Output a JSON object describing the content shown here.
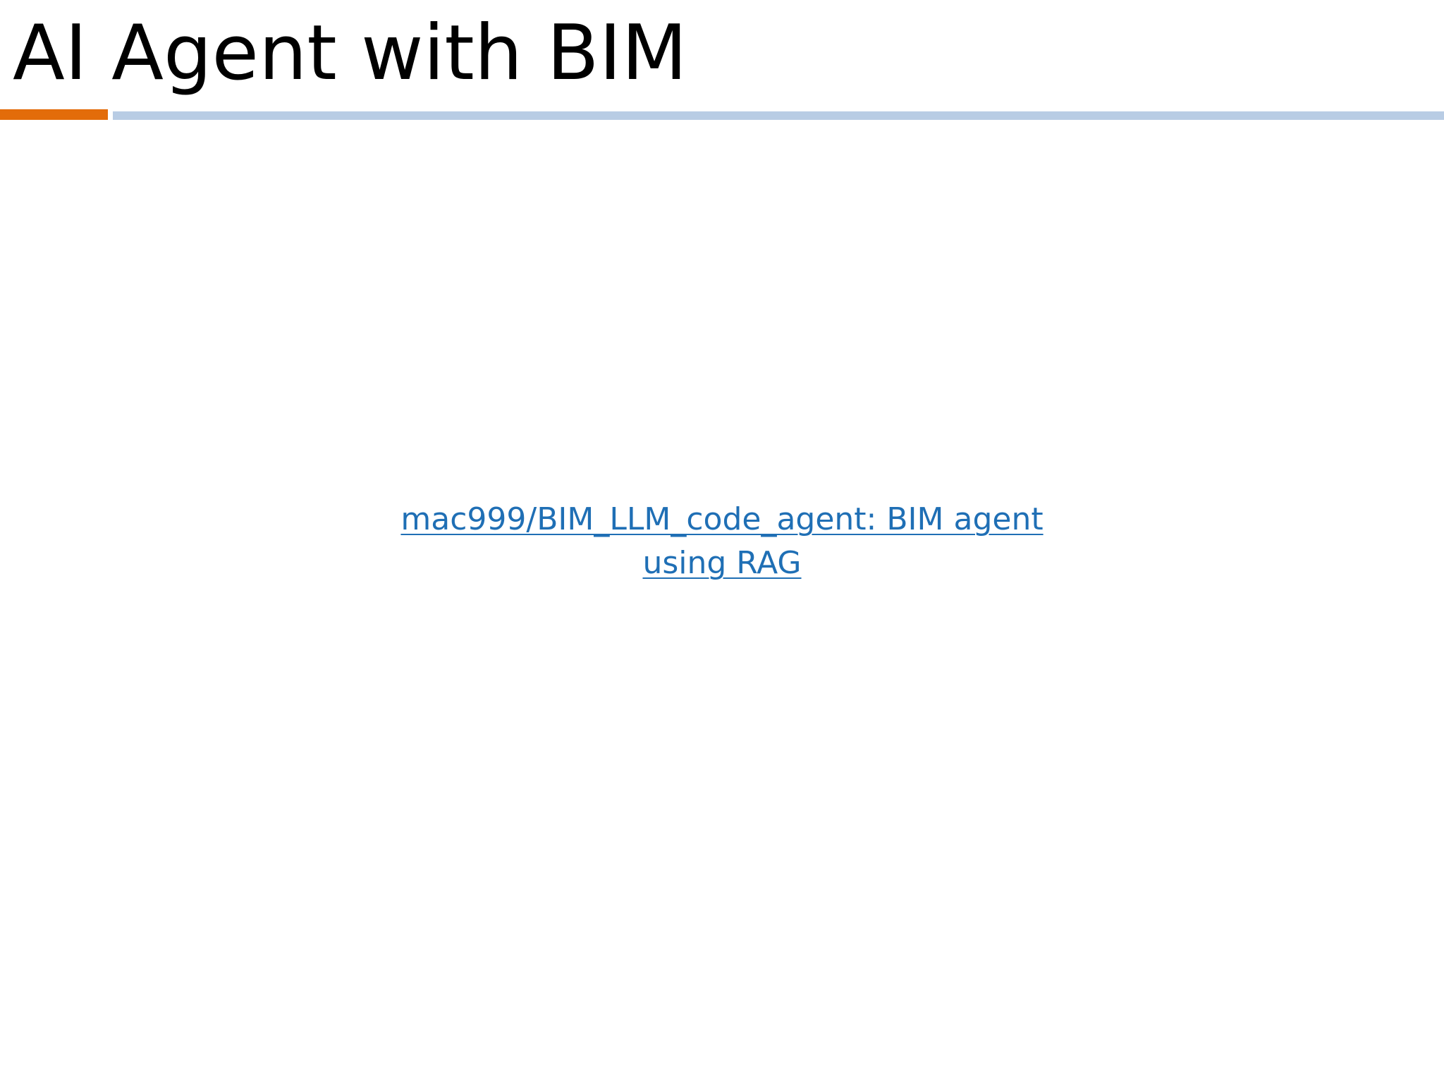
{
  "slide": {
    "title": "AI Agent with BIM",
    "link": {
      "line1": "mac999/BIM_LLM_code_agent: BIM agent",
      "line2": "using RAG"
    }
  },
  "colors": {
    "title_text": "#000000",
    "rule_accent": "#E36C0A",
    "rule_main": "#B8CCE4",
    "link": "#1F6FB5",
    "background": "#FFFFFF"
  }
}
